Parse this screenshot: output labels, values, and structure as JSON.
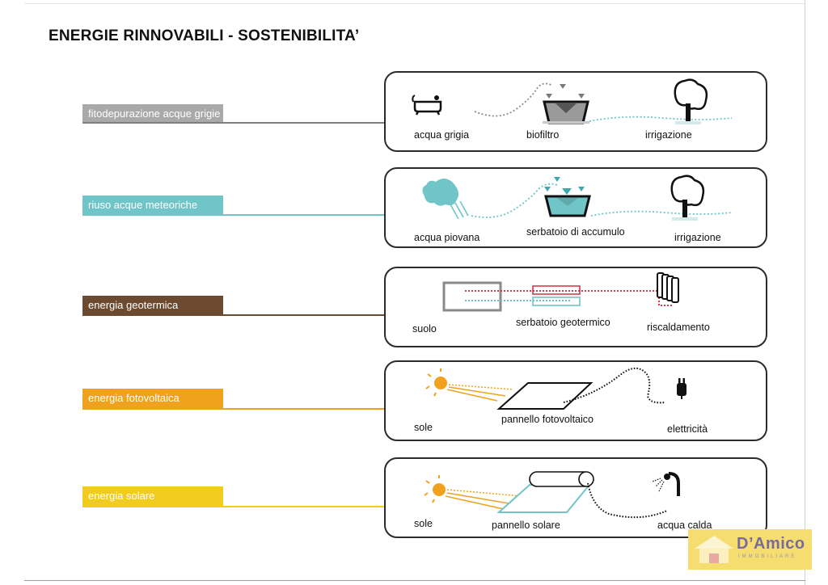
{
  "title": "ENERGIE RINNOVABILI - SOSTENIBILITA’",
  "colors": {
    "gray": "#a9a9a9",
    "teal": "#6fc5c7",
    "brown": "#6b4a2f",
    "orange": "#f0a21e",
    "yellow": "#f1cc1f",
    "panel_border": "#2b2b2b"
  },
  "rows": [
    {
      "tag": "fitodepurazione acque grigie",
      "icons": [
        "bathtub-icon",
        "biofilter-icon",
        "tree-icon"
      ],
      "labels": [
        "acqua grigia",
        "biofiltro",
        "irrigazione"
      ]
    },
    {
      "tag": "riuso acque meteoriche",
      "icons": [
        "rain-cloud-icon",
        "tank-icon",
        "tree-icon"
      ],
      "labels": [
        "acqua piovana",
        "serbatoio di accumulo",
        "irrigazione"
      ]
    },
    {
      "tag": "energia geotermica",
      "icons": [
        "ground-icon",
        "geothermal-tank-icon",
        "radiator-icon"
      ],
      "labels": [
        "suolo",
        "serbatoio geotermico",
        "riscaldamento"
      ]
    },
    {
      "tag": "energia fotovoltaica",
      "icons": [
        "sun-icon",
        "pv-panel-icon",
        "plug-icon"
      ],
      "labels": [
        "sole",
        "pannello fotovoltaico",
        "elettricità"
      ]
    },
    {
      "tag": "energia solare",
      "icons": [
        "sun-icon",
        "solar-collector-icon",
        "shower-icon"
      ],
      "labels": [
        "sole",
        "pannello solare",
        "acqua calda"
      ]
    }
  ],
  "logo": {
    "name": "D’Amico",
    "subtitle": "IMMOBILIARE",
    "icon": "house-logo-icon"
  }
}
